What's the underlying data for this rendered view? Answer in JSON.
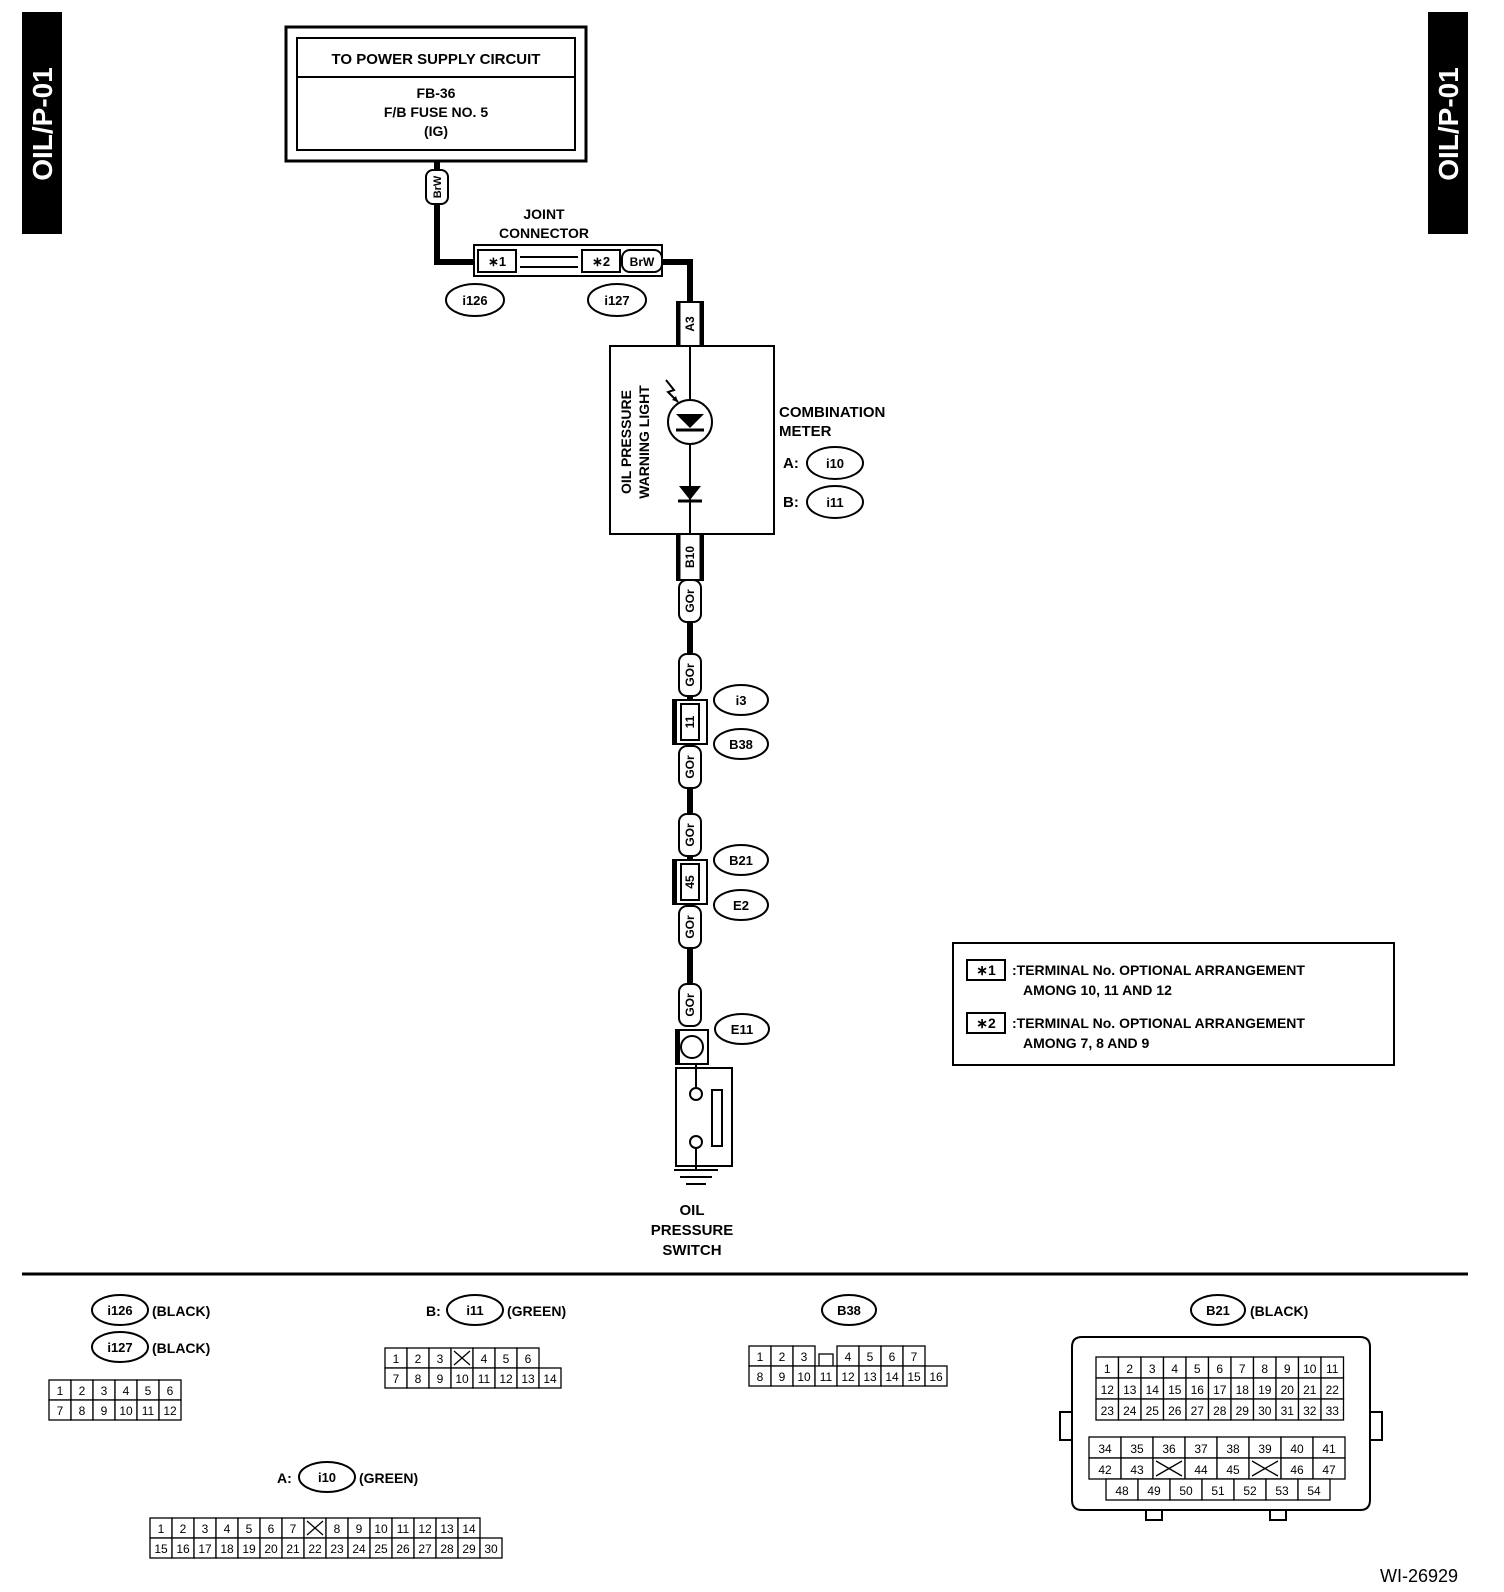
{
  "page_code": "OIL/P-01",
  "figure_id": "WI-26929",
  "power_supply": {
    "title": "TO POWER SUPPLY CIRCUIT",
    "line1": "FB-36",
    "line2": "F/B FUSE NO. 5",
    "line3": "(IG)"
  },
  "joint_connector": {
    "label_line1": "JOINT",
    "label_line2": "CONNECTOR",
    "terminal1": "∗1",
    "terminal2": "∗2",
    "connector1": "i126",
    "connector2": "i127"
  },
  "wire_colors": {
    "brw": "BrW",
    "gor": "GOr"
  },
  "combination_meter": {
    "label_line1": "COMBINATION",
    "label_line2": "METER",
    "prefix_a": "A:",
    "prefix_b": "B:",
    "connector_a": "i10",
    "connector_b": "i11",
    "terminal_top": "A3",
    "terminal_bottom": "B10",
    "lamp_line1": "OIL PRESSURE",
    "lamp_line2": "WARNING LIGHT"
  },
  "inline_connectors": [
    {
      "terminal": "11",
      "upper": "i3",
      "lower": "B38"
    },
    {
      "terminal": "45",
      "upper": "B21",
      "lower": "E2"
    }
  ],
  "oil_switch": {
    "connector": "E11",
    "label_line1": "OIL",
    "label_line2": "PRESSURE",
    "label_line3": "SWITCH"
  },
  "legend": [
    {
      "tag": "∗1",
      "line1": ":TERMINAL No. OPTIONAL ARRANGEMENT",
      "line2": "AMONG 10, 11 AND 12"
    },
    {
      "tag": "∗2",
      "line1": ":TERMINAL No. OPTIONAL ARRANGEMENT",
      "line2": "AMONG 7, 8 AND 9"
    }
  ],
  "connector_views": {
    "i126": {
      "id": "i126",
      "color": "(BLACK)"
    },
    "i127": {
      "id": "i127",
      "color": "(BLACK)"
    },
    "i11": {
      "prefix": "B:",
      "id": "i11",
      "color": "(GREEN)"
    },
    "b38": {
      "id": "B38"
    },
    "b21": {
      "id": "B21",
      "color": "(BLACK)"
    },
    "i10": {
      "prefix": "A:",
      "id": "i10",
      "color": "(GREEN)"
    }
  },
  "pin_grids": {
    "g12": [
      [
        "1",
        "2",
        "3",
        "4",
        "5",
        "6"
      ],
      [
        "7",
        "8",
        "9",
        "10",
        "11",
        "12"
      ]
    ],
    "g14": [
      [
        "1",
        "2",
        "3",
        "X",
        "4",
        "5",
        "6"
      ],
      [
        "7",
        "8",
        "9",
        "10",
        "11",
        "12",
        "13",
        "14"
      ]
    ],
    "g16": [
      [
        "1",
        "2",
        "3",
        "",
        "4",
        "5",
        "6",
        "7"
      ],
      [
        "8",
        "9",
        "10",
        "11",
        "12",
        "13",
        "14",
        "15",
        "16"
      ]
    ],
    "g30": [
      [
        "1",
        "2",
        "3",
        "4",
        "5",
        "6",
        "7",
        "X",
        "8",
        "9",
        "10",
        "11",
        "12",
        "13",
        "14"
      ],
      [
        "15",
        "16",
        "17",
        "18",
        "19",
        "20",
        "21",
        "22",
        "23",
        "24",
        "25",
        "26",
        "27",
        "28",
        "29",
        "30"
      ]
    ],
    "g54": [
      [
        "1",
        "2",
        "3",
        "4",
        "5",
        "6",
        "7",
        "8",
        "9",
        "10",
        "11"
      ],
      [
        "12",
        "13",
        "14",
        "15",
        "16",
        "17",
        "18",
        "19",
        "20",
        "21",
        "22"
      ],
      [
        "23",
        "24",
        "25",
        "26",
        "27",
        "28",
        "29",
        "30",
        "31",
        "32",
        "33"
      ],
      [
        "34",
        "35",
        "36",
        "37",
        "38",
        "39",
        "40",
        "41"
      ],
      [
        "42",
        "43",
        "X",
        "44",
        "45",
        "X",
        "46",
        "47"
      ],
      [
        "48",
        "49",
        "50",
        "51",
        "52",
        "53",
        "54"
      ]
    ]
  }
}
